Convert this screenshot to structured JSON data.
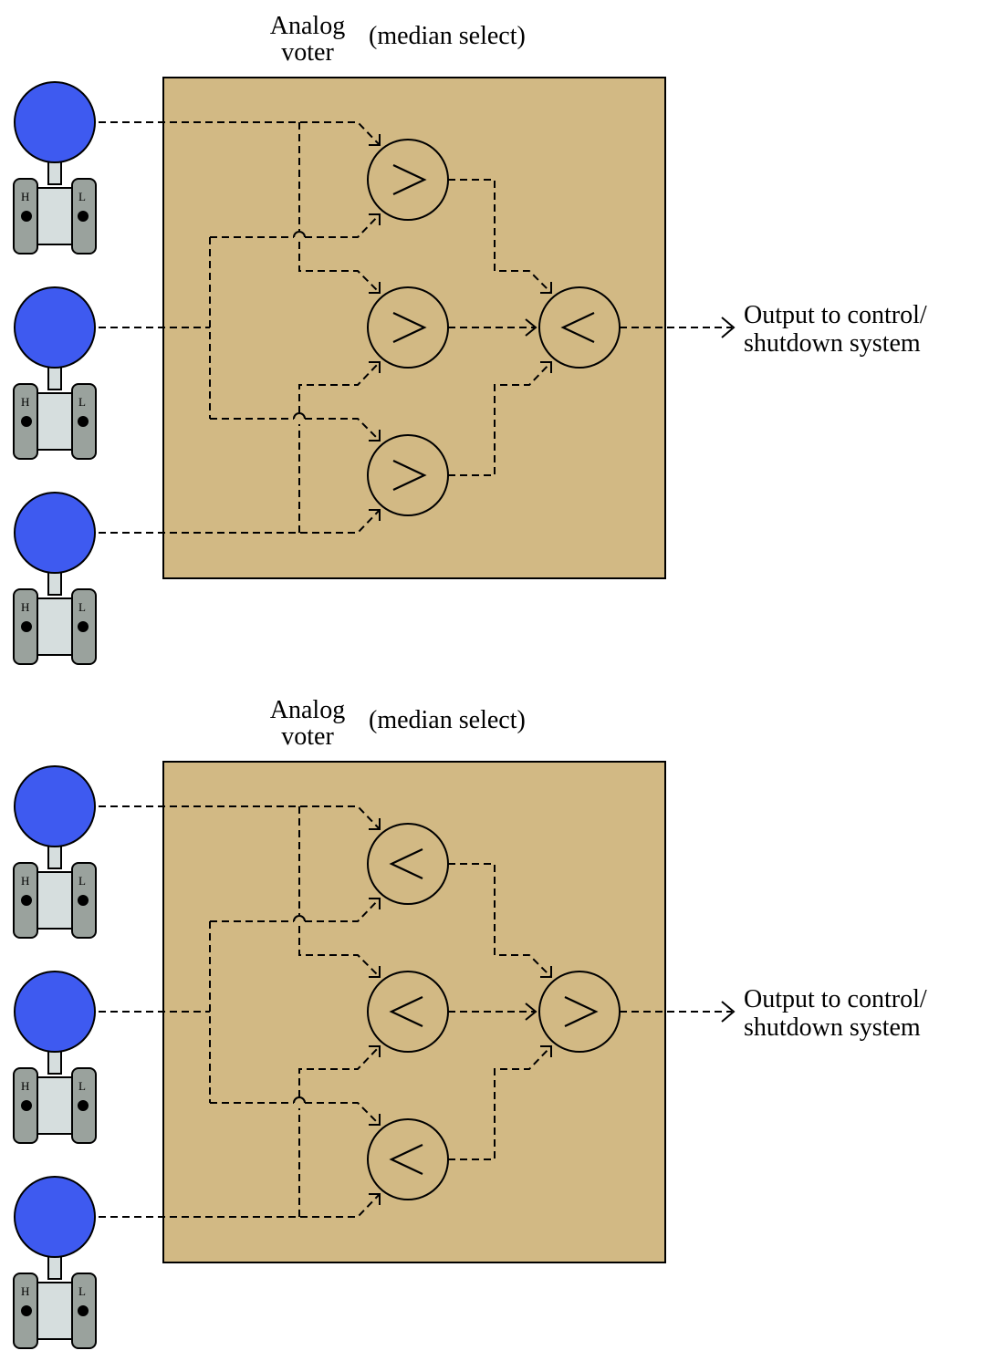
{
  "diagrams": [
    {
      "voter_label": [
        "Analog",
        "voter"
      ],
      "mode_label": "(median select)",
      "first_stage_symbol": ">",
      "final_stage_symbol": "<",
      "output_label": [
        "Output to control/",
        "shutdown system"
      ]
    },
    {
      "voter_label": [
        "Analog",
        "voter"
      ],
      "mode_label": "(median select)",
      "first_stage_symbol": "<",
      "final_stage_symbol": ">",
      "output_label": [
        "Output to control/",
        "shutdown system"
      ]
    }
  ],
  "transmitter": {
    "port_high": "H",
    "port_low": "L"
  },
  "colors": {
    "voter_box": "#D2B984",
    "transmitter_head": "#3E5AF0",
    "transmitter_body": "#D6DEDE",
    "transmitter_flange": "#9AA29D"
  }
}
